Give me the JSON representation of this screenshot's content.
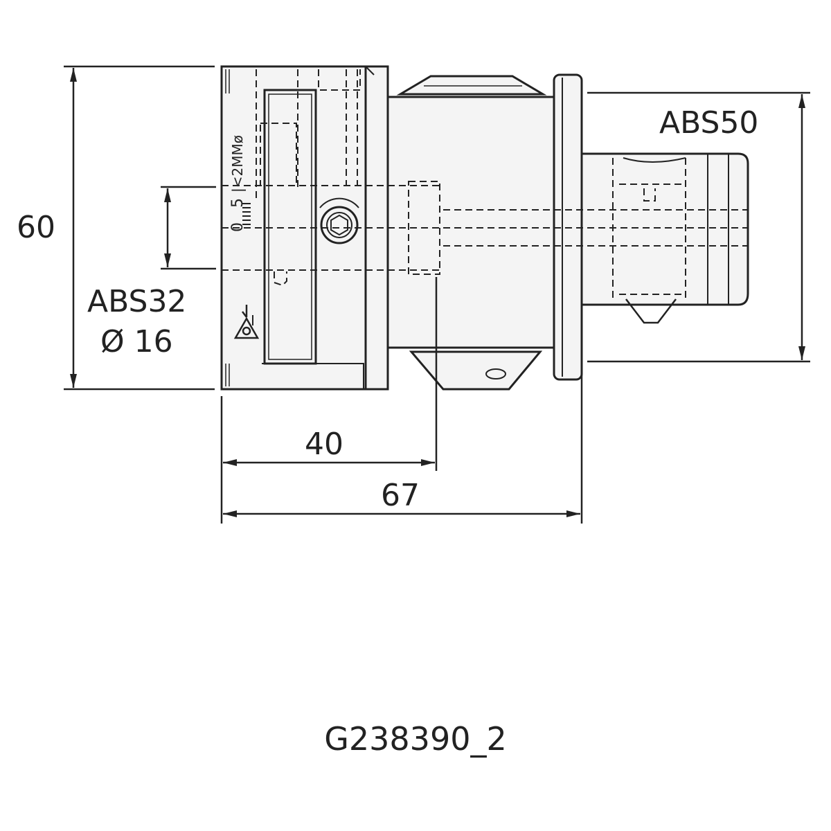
{
  "dimensions": {
    "height_overall": "60",
    "abs32_label": "ABS32",
    "diameter_label": "Ø 16",
    "abs50_label": "ABS50",
    "length_40": "40",
    "length_67": "67"
  },
  "scale_marks": {
    "mark_0": "0",
    "mark_5": "5",
    "range": "|<2MMø"
  },
  "drawing_code": "G238390_2",
  "colors": {
    "line": "#222222",
    "body_fill": "#f4f4f4",
    "background": "#ffffff"
  }
}
